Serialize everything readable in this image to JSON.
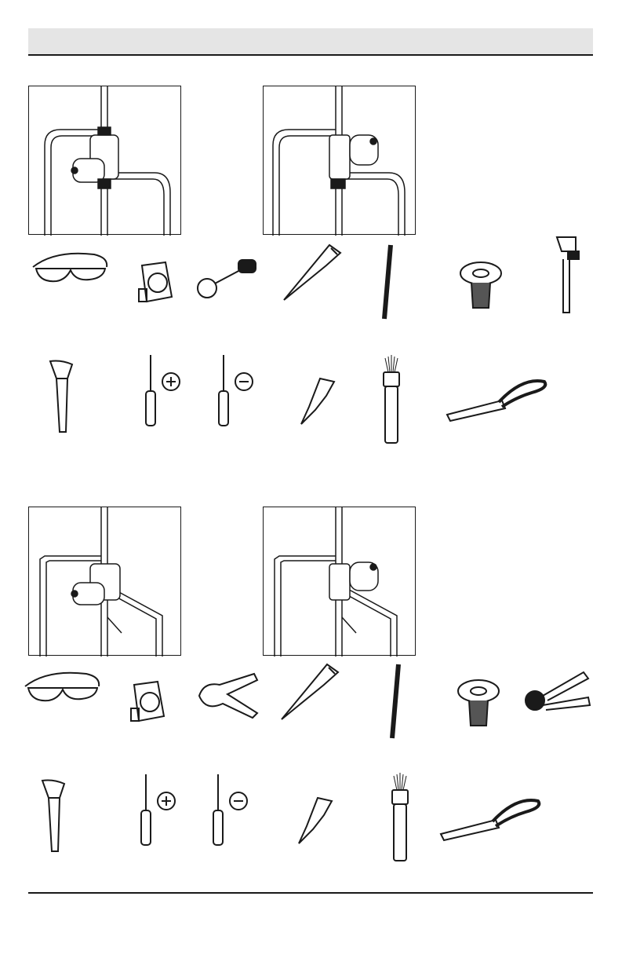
{
  "page": {
    "header_text": "",
    "footer_text": ""
  },
  "sections": [
    {
      "name": "upper-section",
      "valve_panels": [
        {
          "variant": "front-valve"
        },
        {
          "variant": "rear-valve"
        }
      ],
      "tools": [
        "safety-glasses",
        "tape-measure",
        "tube-cutter",
        "hacksaw",
        "file",
        "plumbers-tape",
        "pipe-wrench",
        "adjustable-wrench",
        "phillips-screwdriver",
        "flathead-screwdriver",
        "caulk-tube",
        "flashlight",
        "strap-wrench"
      ]
    },
    {
      "name": "lower-section",
      "valve_panels": [
        {
          "variant": "front-valve-pex"
        },
        {
          "variant": "rear-valve-pex"
        }
      ],
      "tools": [
        "safety-glasses",
        "tape-measure",
        "pex-cutter",
        "hacksaw",
        "file",
        "plumbers-tape",
        "crimp-tool",
        "adjustable-wrench",
        "phillips-screwdriver",
        "flathead-screwdriver",
        "caulk-tube",
        "flashlight",
        "strap-wrench"
      ]
    }
  ],
  "colors": {
    "ink": "#1a1a1a",
    "header_band": "#e5e5e5"
  }
}
